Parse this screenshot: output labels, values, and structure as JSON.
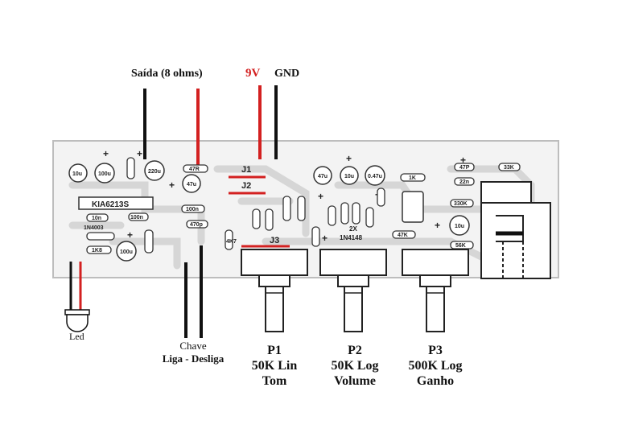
{
  "labels": {
    "saida": "Saída (8 ohms)",
    "v9": "9V",
    "gnd": "GND",
    "led": "Led",
    "chave_l1": "Chave",
    "chave_l2": "Liga - Desliga",
    "j1": "J1",
    "j2": "J2",
    "j3": "J3",
    "ic1": "KIA6213S",
    "diodes_qty": "2X",
    "diodes_part": "1N4148",
    "diode_1n4003": "1N4003"
  },
  "pots": [
    {
      "id": "P1",
      "value": "50K Lin",
      "function": "Tom"
    },
    {
      "id": "P2",
      "value": "50K Log",
      "function": "Volume"
    },
    {
      "id": "P3",
      "value": "500K Log",
      "function": "Ganho"
    }
  ],
  "component_values": {
    "c1": "10u",
    "c2": "100u",
    "c3": "220u",
    "c4": "47u",
    "c5": "47u",
    "c6": "10u",
    "c7": "0.47u",
    "c8": "100u",
    "c9": "10u",
    "r1": "47R",
    "r2": "100n",
    "r3": "470p",
    "r4": "1K8",
    "r5": "10n",
    "r6": "1K",
    "r7": "47P",
    "r8": "33K",
    "r9": "330K",
    "r10": "47K",
    "r11": "56K",
    "r12": "22n",
    "r13": "4K7",
    "r14": "100n"
  },
  "colors": {
    "wire_red": "#d32020",
    "wire_black": "#111111",
    "board": "#f2f2f2",
    "trace": "#dcdcdc"
  }
}
